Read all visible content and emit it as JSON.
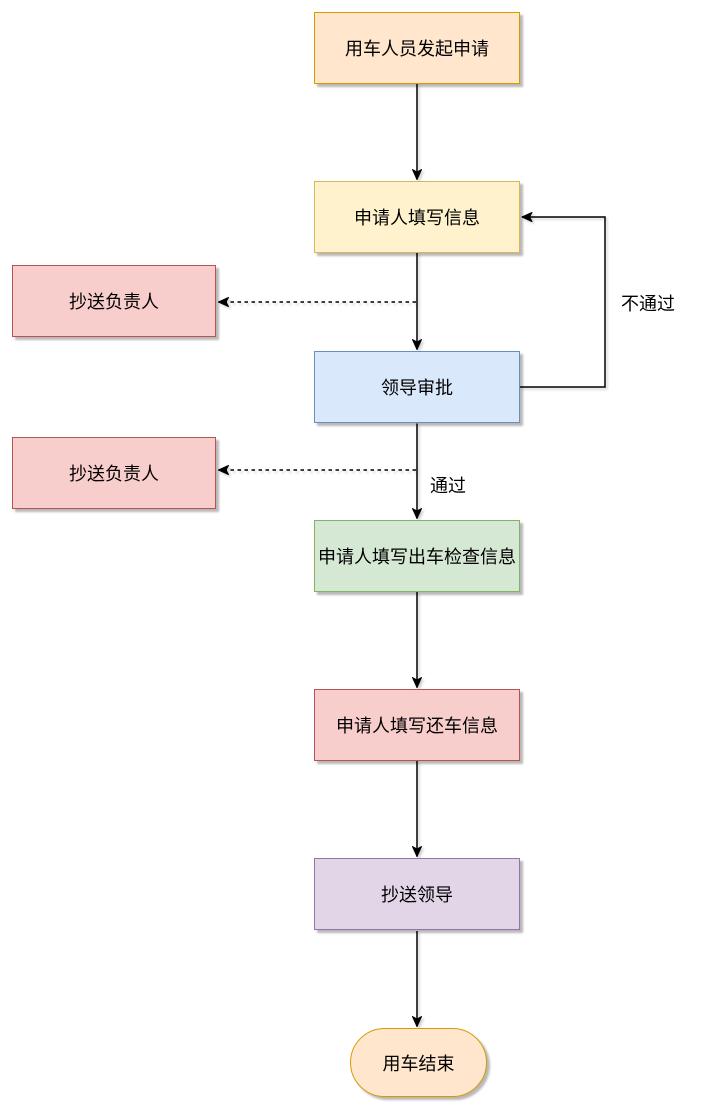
{
  "diagram": {
    "type": "flowchart",
    "nodes": [
      {
        "id": "start",
        "label": "用车人员发起申请",
        "shape": "rect",
        "fill": "#FFE6CC",
        "border": "#D79B00"
      },
      {
        "id": "applicant-fill-info",
        "label": "申请人填写信息",
        "shape": "rect",
        "fill": "#FFF2CC",
        "border": "#D6B656"
      },
      {
        "id": "cc-supervisor-1",
        "label": "抄送负责人",
        "shape": "rect",
        "fill": "#F8CECC",
        "border": "#B85450"
      },
      {
        "id": "leader-approval",
        "label": "领导审批",
        "shape": "rect",
        "fill": "#DAE8FC",
        "border": "#6C8EBF"
      },
      {
        "id": "cc-supervisor-2",
        "label": "抄送负责人",
        "shape": "rect",
        "fill": "#F8CECC",
        "border": "#B85450"
      },
      {
        "id": "checkout-inspection",
        "label": "申请人填写出车检查信息",
        "shape": "rect",
        "fill": "#D5E8D4",
        "border": "#82B366"
      },
      {
        "id": "return-info",
        "label": "申请人填写还车信息",
        "shape": "rect",
        "fill": "#F8CECC",
        "border": "#B85450"
      },
      {
        "id": "cc-leader",
        "label": "抄送领导",
        "shape": "rect",
        "fill": "#E1D5E7",
        "border": "#9673A6"
      },
      {
        "id": "end",
        "label": "用车结束",
        "shape": "terminal",
        "fill": "#FFE6CC",
        "border": "#D79B00"
      }
    ],
    "edge_labels": {
      "reject": "不通过",
      "approve": "通过"
    },
    "edges": [
      {
        "from": "start",
        "to": "applicant-fill-info",
        "style": "solid",
        "label": ""
      },
      {
        "from": "applicant-fill-info",
        "to": "cc-supervisor-1",
        "style": "dashed",
        "label": ""
      },
      {
        "from": "applicant-fill-info",
        "to": "leader-approval",
        "style": "solid",
        "label": ""
      },
      {
        "from": "leader-approval",
        "to": "applicant-fill-info",
        "style": "solid",
        "label": "不通过"
      },
      {
        "from": "leader-approval",
        "to": "cc-supervisor-2",
        "style": "dashed",
        "label": ""
      },
      {
        "from": "leader-approval",
        "to": "checkout-inspection",
        "style": "solid",
        "label": "通过"
      },
      {
        "from": "checkout-inspection",
        "to": "return-info",
        "style": "solid",
        "label": ""
      },
      {
        "from": "return-info",
        "to": "cc-leader",
        "style": "solid",
        "label": ""
      },
      {
        "from": "cc-leader",
        "to": "end",
        "style": "solid",
        "label": ""
      }
    ],
    "edge_color": "#000000"
  }
}
